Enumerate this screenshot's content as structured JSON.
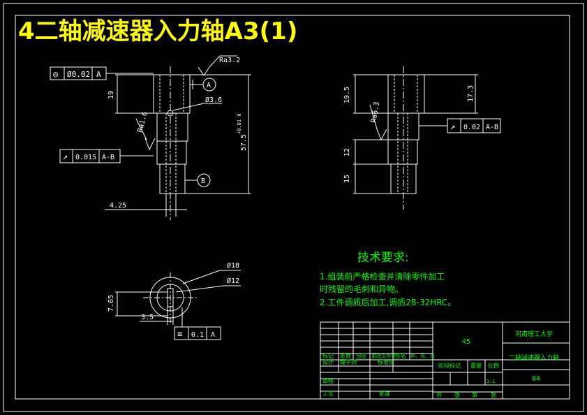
{
  "title": "4二轴减速器入力轴A3(1)",
  "front_view": {
    "flatness_symbol": "◎",
    "flatness_value": "Ø0.02",
    "flatness_datum": "A",
    "roughness_top": "Ra3.2",
    "datum_a": "A",
    "datum_b": "B",
    "dim_19": "19",
    "hole_dia": "Ø3.6",
    "roughness_side": "Ra1.6",
    "runout_symbol": "↗",
    "runout_value": "0.015",
    "runout_datum": "A-B",
    "dim_total": "57.5",
    "dim_total_tol": "+0.01 0",
    "dim_425": "4.25"
  },
  "side_view": {
    "dim_195": "19.5",
    "dim_173": "17.3",
    "roughness": "Ra6.3",
    "runout_symbol": "↗",
    "runout_value": "0.02",
    "runout_datum": "A-B",
    "dim_12": "12",
    "dim_15": "15"
  },
  "section_view": {
    "dia_18": "Ø18",
    "dia_12": "Ø12",
    "dim_765": "7.65",
    "dim_35": "3.5",
    "sym_symbol": "≡",
    "sym_value": "0.1",
    "sym_datum": "A"
  },
  "tech_req": {
    "heading": "技术要求:",
    "line1": "1.组装前严格检查并清除零件加工",
    "line2": "时残留的毛刺和异物。",
    "line3": "2.工件调质后加工,调质28-32HRC。"
  },
  "title_block": {
    "material": "45",
    "school": "河南理工大学",
    "part_name": "二轴减速器入力轴",
    "drawing_no": "04",
    "scale": "1:1",
    "row_headers": [
      "标记",
      "处数",
      "分区",
      "更改文件号",
      "签名",
      "年、月、日"
    ],
    "designer": "设计",
    "designer_name": "魏子洞",
    "standardize": "标准化",
    "stage_mark": "阶段标记",
    "weight": "重量",
    "ratio": "比例",
    "review": "审核",
    "process": "工艺",
    "approve": "批准",
    "sheet_total": "共",
    "sheet_zhang": "张",
    "sheet_di": "第",
    "sheet_zhang2": "张"
  },
  "colors": {
    "background": "#000000",
    "line": "#ffffff",
    "title": "#ffff00",
    "tech": "#00ff00",
    "tb_text": "#00ff00"
  }
}
